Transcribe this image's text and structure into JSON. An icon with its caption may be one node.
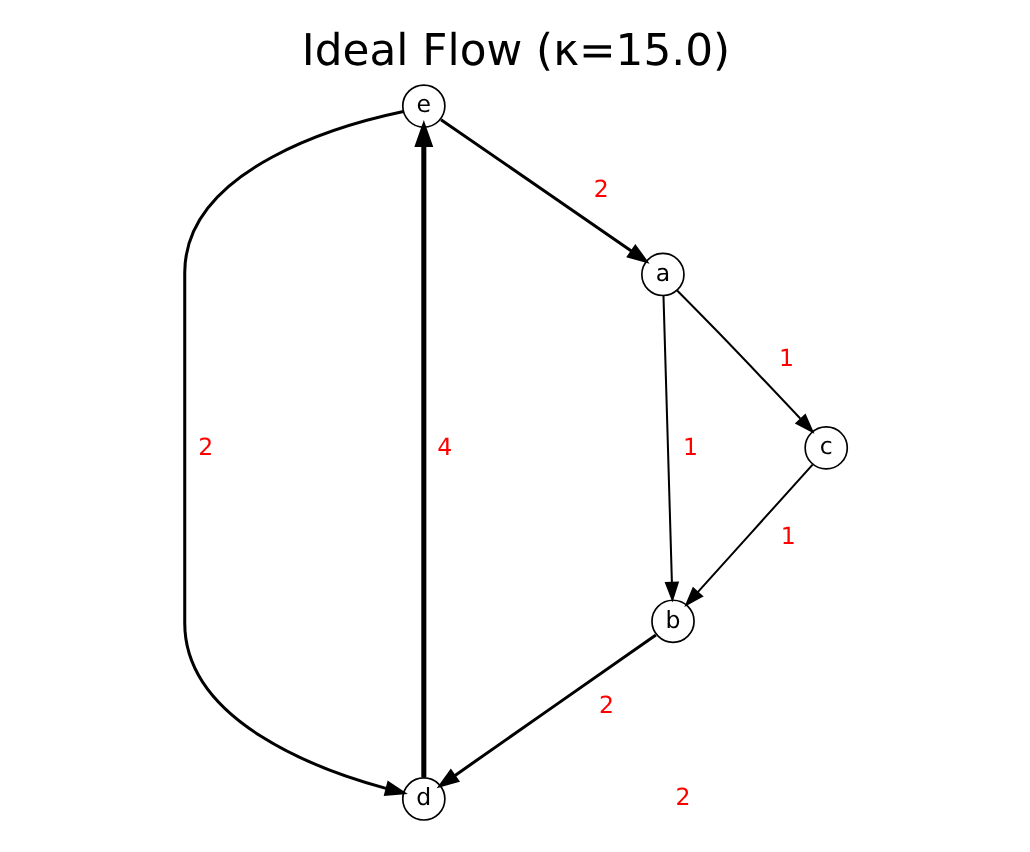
{
  "diagram": {
    "title": "Ideal Flow (κ=15.0)",
    "nodes": [
      {
        "text": [
          "e"
        ]
      },
      {
        "text": [
          "d"
        ]
      },
      {
        "text": [
          "b"
        ]
      },
      {
        "text": [
          "a"
        ]
      },
      {
        "text": [
          "c"
        ]
      }
    ],
    "edges": [
      {
        "from": 0,
        "to": 3,
        "arrow": "to",
        "label": "2"
      },
      {
        "from": 0,
        "to": 1,
        "arrow": "to",
        "label": "2"
      },
      {
        "from": 1,
        "to": 0,
        "arrow": "to",
        "label": "4"
      },
      {
        "from": 2,
        "to": 1,
        "arrow": "to",
        "label": "2"
      },
      {
        "from": 3,
        "to": 2,
        "arrow": "to",
        "label": "1"
      },
      {
        "from": 3,
        "to": 4,
        "arrow": "to",
        "label": "1"
      },
      {
        "from": 4,
        "to": 2,
        "arrow": "to",
        "label": "1"
      }
    ],
    "labels": [
      "2"
    ]
  }
}
